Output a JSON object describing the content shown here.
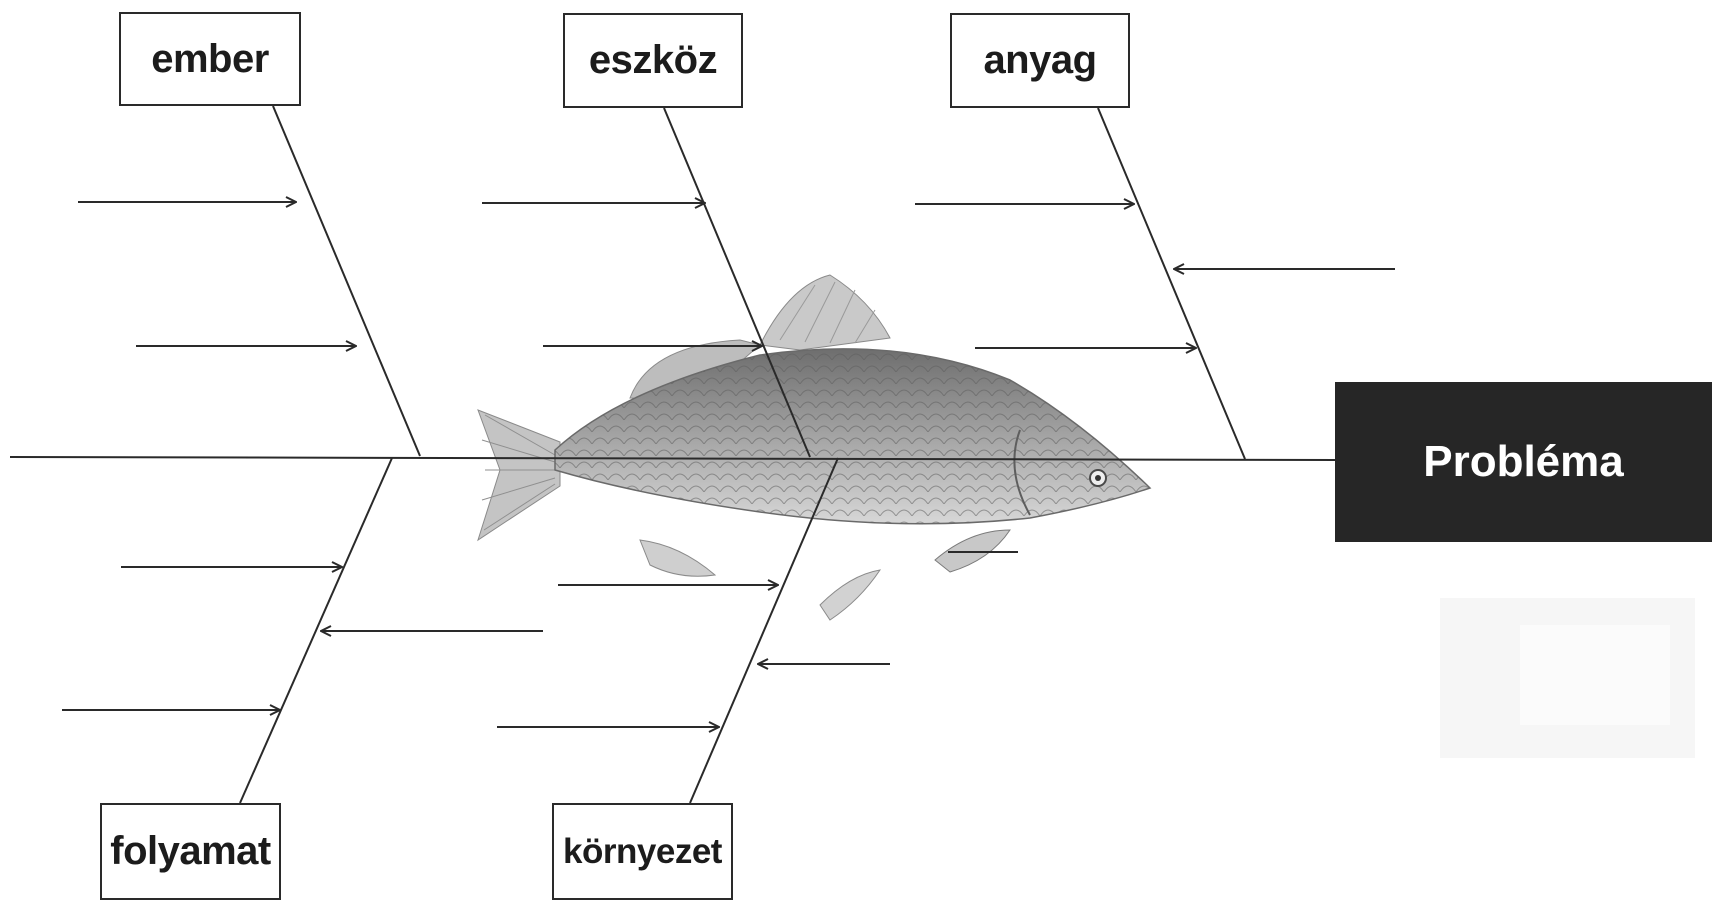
{
  "diagram": {
    "type": "fishbone",
    "problem": "Probléma",
    "categories": {
      "top": [
        "ember",
        "eszköz",
        "anyag"
      ],
      "bottom": [
        "folyamat",
        "környezet"
      ]
    },
    "colors": {
      "line": "#2a2a2a",
      "problem_box": "#262626",
      "problem_text": "#ffffff",
      "fish_body": "#8c8c8c"
    },
    "illustration": "carp-fish-icon"
  }
}
